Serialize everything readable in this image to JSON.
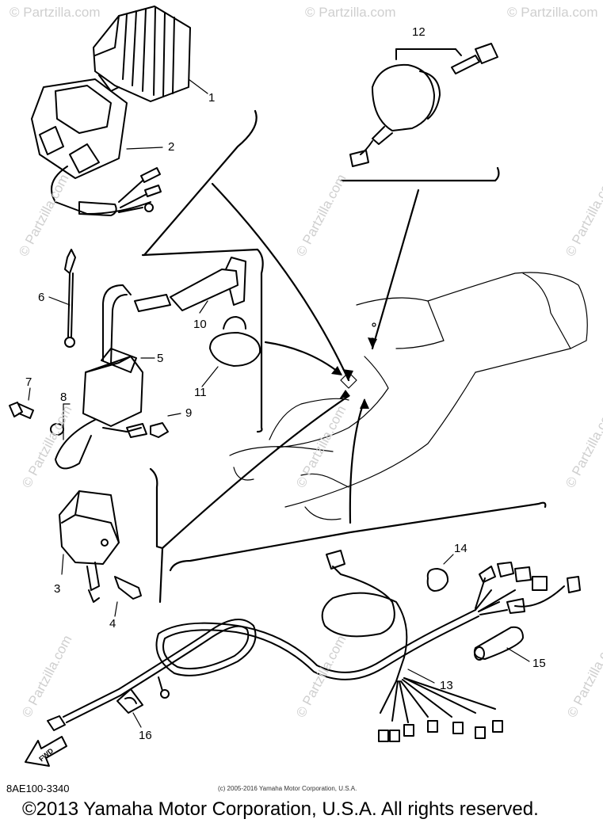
{
  "diagram": {
    "callouts": [
      "1",
      "2",
      "3",
      "4",
      "5",
      "6",
      "7",
      "8",
      "9",
      "10",
      "11",
      "12",
      "13",
      "14",
      "15",
      "16"
    ],
    "watermark": "© Partzilla.com",
    "fwd_label": "FWD",
    "part_code": "8AE100-3340",
    "small_copyright": "(c) 2005-2016 Yamaha Motor Corporation, U.S.A.",
    "copyright": "©2013 Yamaha Motor Corporation, U.S.A. All rights reserved."
  },
  "colors": {
    "line": "#000000",
    "watermark": "#cfcfcf",
    "background": "#ffffff"
  }
}
